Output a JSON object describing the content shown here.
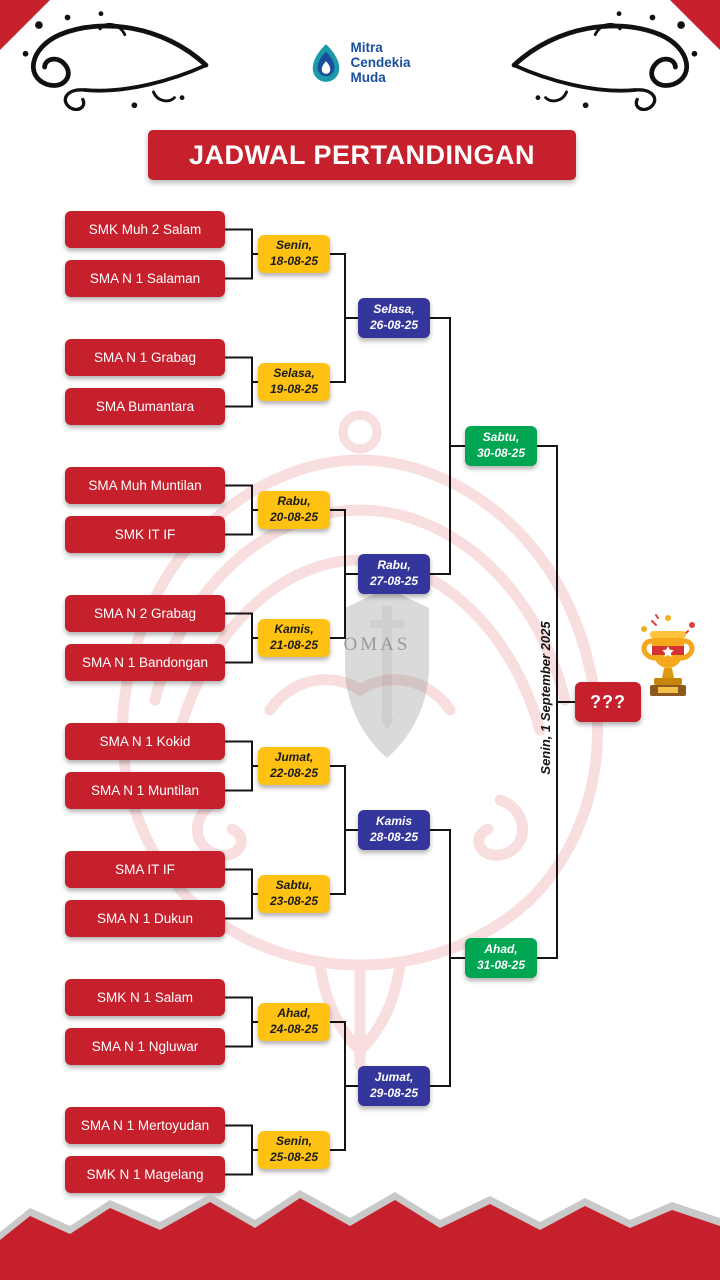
{
  "title": "JADWAL PERTANDINGAN",
  "logo": {
    "lines": [
      "Mitra",
      "Cendekia",
      "Muda"
    ]
  },
  "colors": {
    "red": "#C5202C",
    "yellow": "#FFC212",
    "blue": "#35369B",
    "green": "#00A651",
    "logo_blue": "#1B4F9E",
    "logo_teal": "#1B9AAA"
  },
  "bracket": {
    "teams": [
      "SMK Muh 2 Salam",
      "SMA N 1 Salaman",
      "SMA N 1 Grabag",
      "SMA Bumantara",
      "SMA Muh Muntilan",
      "SMK IT IF",
      "SMA N 2 Grabag",
      "SMA N 1 Bandongan",
      "SMA N 1 Kokid",
      "SMA N 1 Muntilan",
      "SMA IT IF",
      "SMA N 1 Dukun",
      "SMK N 1 Salam",
      "SMA N 1 Ngluwar",
      "SMA N 1 Mertoyudan",
      "SMK N 1 Magelang"
    ],
    "round1": [
      {
        "day": "Senin,",
        "date": "18-08-25"
      },
      {
        "day": "Selasa,",
        "date": "19-08-25"
      },
      {
        "day": "Rabu,",
        "date": "20-08-25"
      },
      {
        "day": "Kamis,",
        "date": "21-08-25"
      },
      {
        "day": "Jumat,",
        "date": "22-08-25"
      },
      {
        "day": "Sabtu,",
        "date": "23-08-25"
      },
      {
        "day": "Ahad,",
        "date": "24-08-25"
      },
      {
        "day": "Senin,",
        "date": "25-08-25"
      }
    ],
    "round2": [
      {
        "day": "Selasa,",
        "date": "26-08-25"
      },
      {
        "day": "Rabu,",
        "date": "27-08-25"
      },
      {
        "day": "Kamis",
        "date": "28-08-25"
      },
      {
        "day": "Jumat,",
        "date": "29-08-25"
      }
    ],
    "semifinal": [
      {
        "day": "Sabtu,",
        "date": "30-08-25"
      },
      {
        "day": "Ahad,",
        "date": "31-08-25"
      }
    ],
    "final_label": "Senin, 1 September 2025",
    "champion_placeholder": "???"
  },
  "watermark": {
    "text": "OMAS"
  }
}
